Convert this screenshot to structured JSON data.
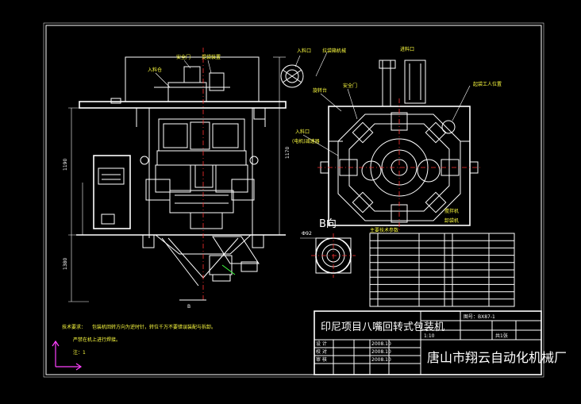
{
  "colors": {
    "background": "#000000",
    "lines": "#ffffff",
    "accent": "#ffff40",
    "centerline": "#ff3030",
    "ucs": "#ff40ff"
  },
  "labels": {
    "safety_door": "安全门",
    "hopper": "入料仓",
    "lift_cylinder": "提袋装置",
    "inlet_top": "入料口",
    "bag_clamp_mech": "拉袋箱机械",
    "inlet_top_right": "进料口",
    "bag_turntable": "旋转台",
    "safety_door_plan": "安全门",
    "bag_inlet_pipe": "起袋工人位置",
    "feed_inlet": "入料口",
    "main_motor": "(电机)减速器",
    "mixer": "搅拌机",
    "discharge": "卸袋机",
    "view_b": "B向",
    "view_b_arrow": "B",
    "main_params_title": "主要技术参数"
  },
  "notes": {
    "title": "技术要求：",
    "line1": "包装机回转方向为逆时针，转位千万不要错误装配与拆卸。",
    "line2": "严禁在机上进行焊接。",
    "line3": "注：1"
  },
  "title_block": {
    "drawing_title": "印尼项目八嘴回转式包装机",
    "drawing_no": "图号：BX87-1",
    "company": "唐山市翔云自动化机械厂",
    "scale": "1:10",
    "sheet": "共1张",
    "row_labels": [
      "设 计",
      "校 对",
      "审 核"
    ],
    "dates": [
      "2008.10",
      "2008.10",
      "2008.10"
    ]
  },
  "dimensions": {
    "total_height": "1170",
    "left_side": "1190",
    "base_height": "1380",
    "width_hint": "Ф92"
  }
}
